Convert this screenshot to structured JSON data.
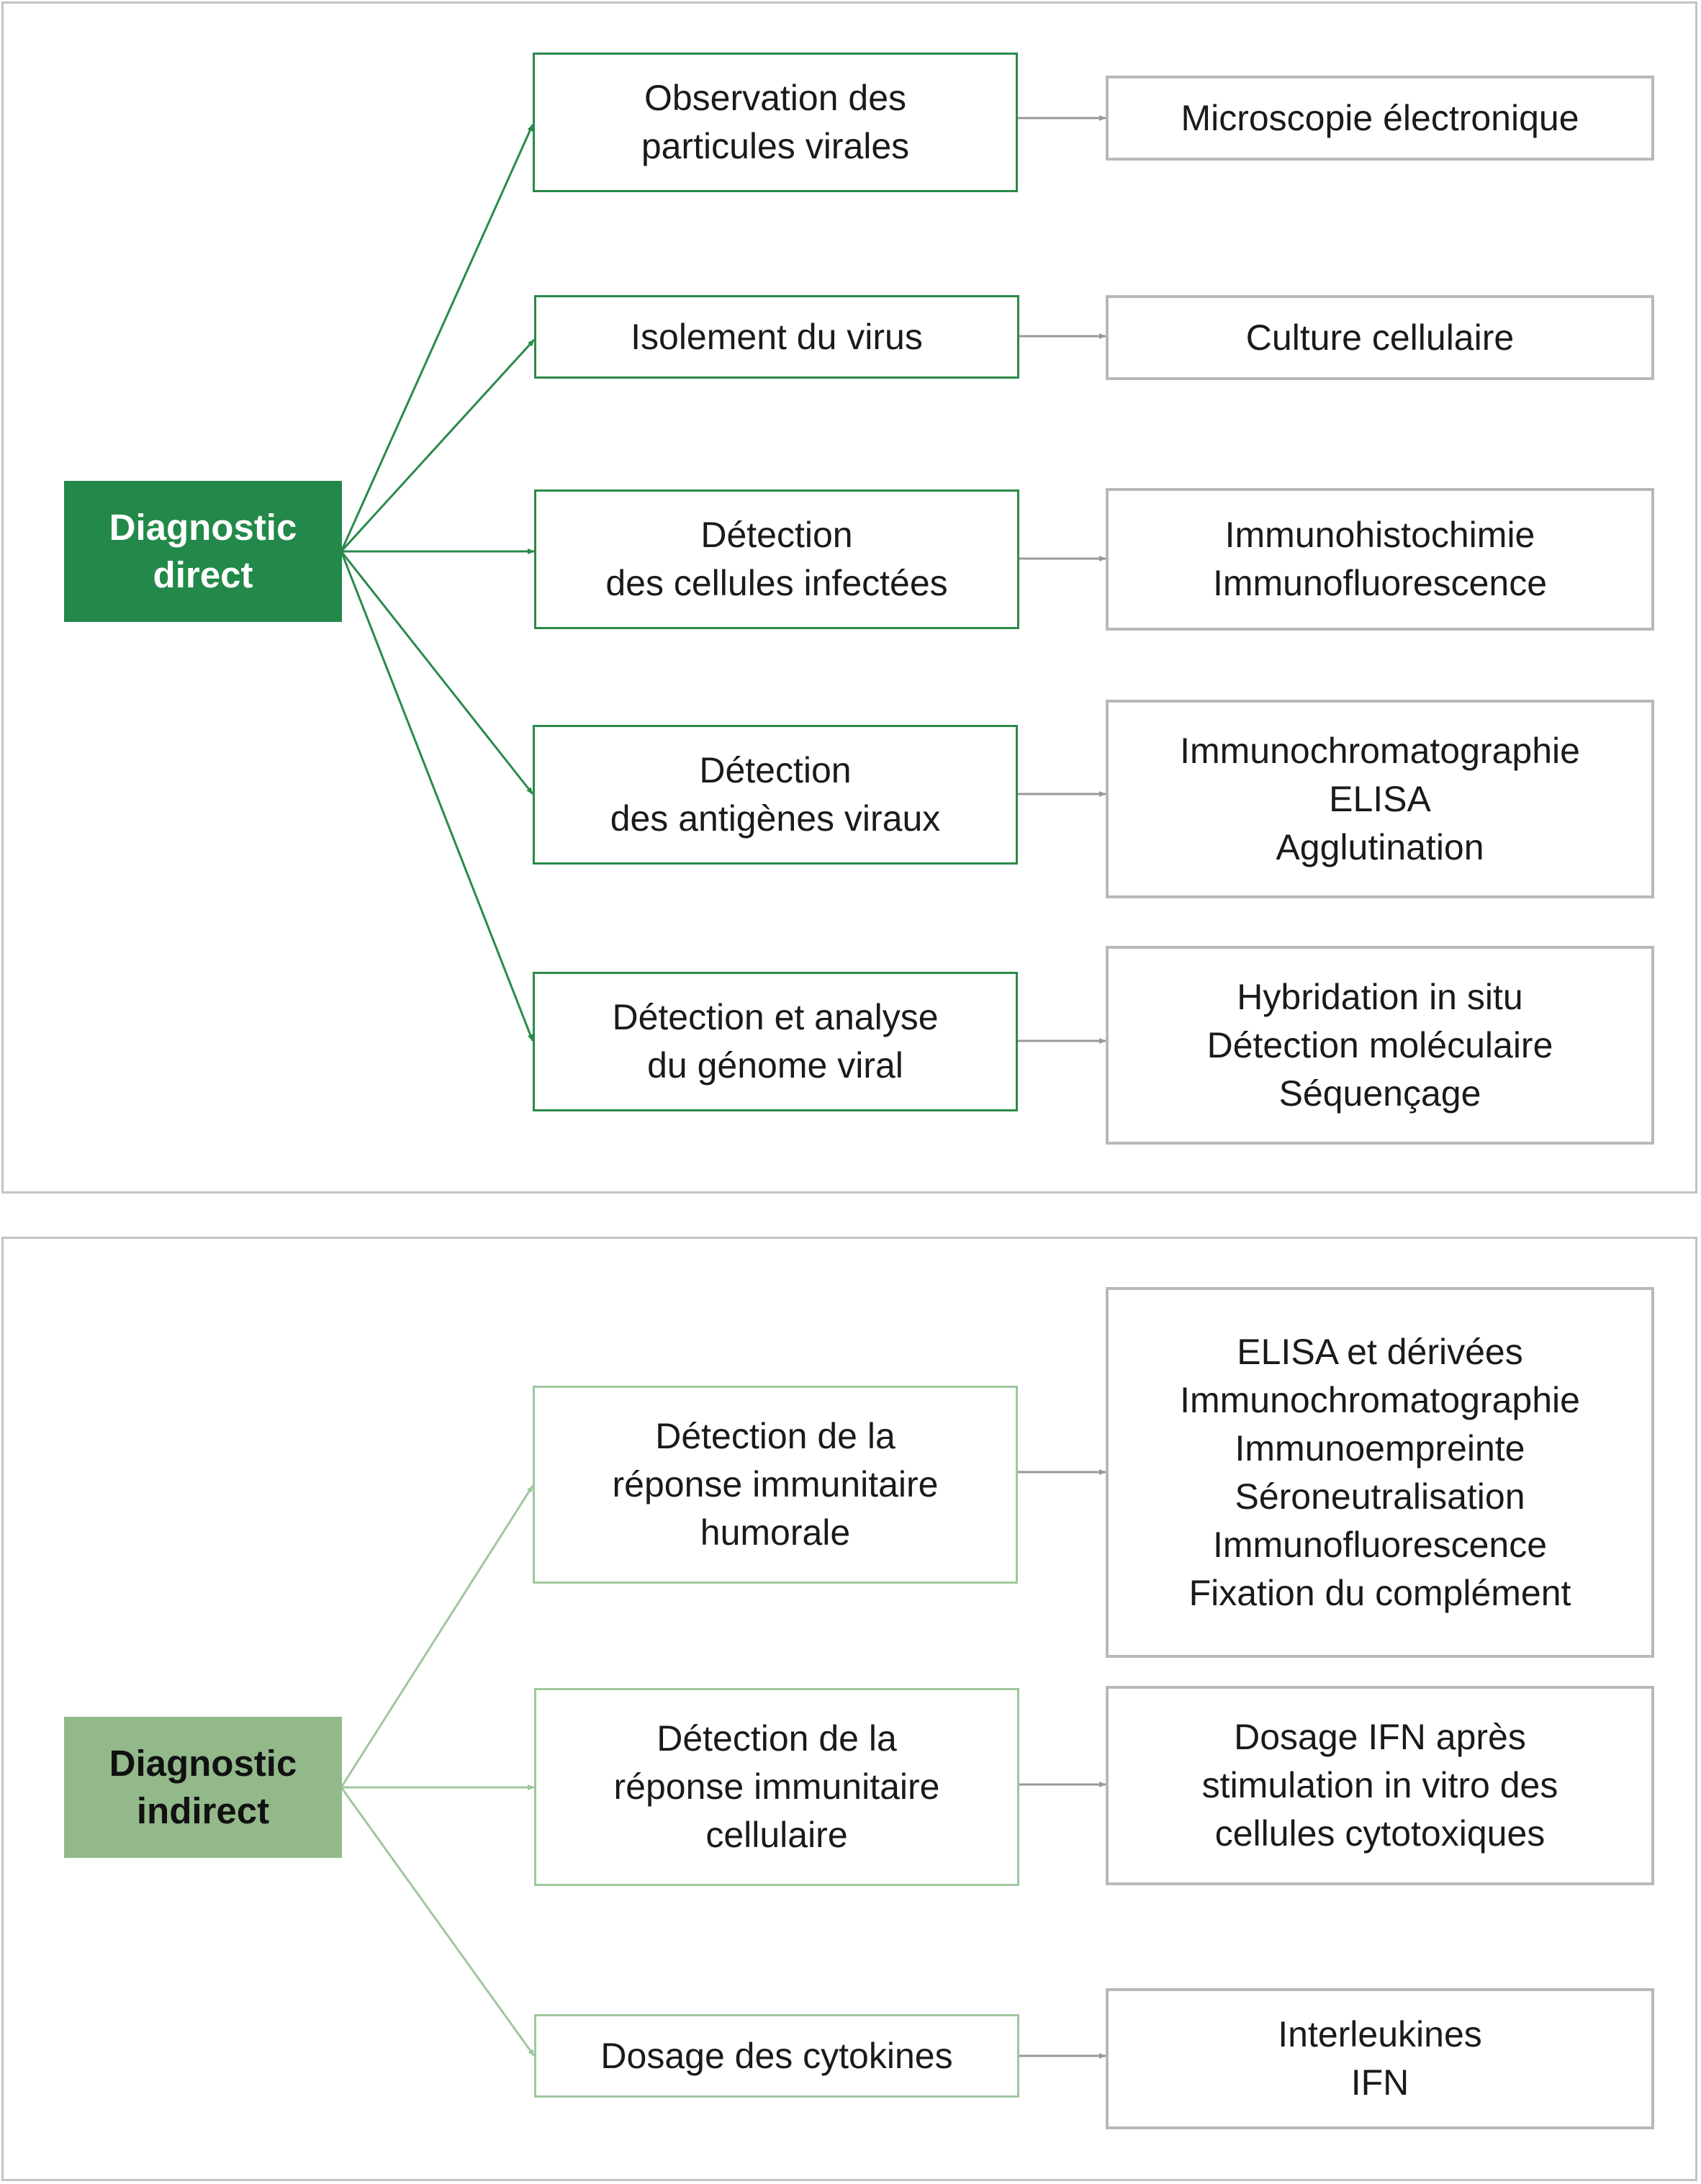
{
  "direct": {
    "root": "Diagnostic\ndirect",
    "methods": [
      {
        "label": "Observation des\nparticules virales",
        "techniques": "Microscopie électronique"
      },
      {
        "label": "Isolement du virus",
        "techniques": "Culture cellulaire"
      },
      {
        "label": "Détection\ndes cellules infectées",
        "techniques": "Immunohistochimie\nImmunofluorescence"
      },
      {
        "label": "Détection\ndes antigènes viraux",
        "techniques": "Immunochromatographie\nELISA\nAgglutination"
      },
      {
        "label": "Détection et analyse\ndu génome viral",
        "techniques": "Hybridation in situ\nDétection moléculaire\nSéquençage"
      }
    ]
  },
  "indirect": {
    "root": "Diagnostic\nindirect",
    "methods": [
      {
        "label": "Détection de la\nréponse immunitaire\nhumorale",
        "techniques": "ELISA et dérivées\nImmunochromatographie\nImmunoempreinte\nSéroneutralisation\nImmunofluorescence\nFixation du complément"
      },
      {
        "label": "Détection de la\nréponse immunitaire\ncellulaire",
        "techniques": "Dosage IFN après\nstimulation in vitro des\ncellules cytotoxiques"
      },
      {
        "label": "Dosage des cytokines",
        "techniques": "Interleukines\nIFN"
      }
    ]
  },
  "colors": {
    "direct_root_fill": "#23894a",
    "direct_arrow": "#2a8a4a",
    "indirect_root_fill": "#93b98b",
    "indirect_arrow": "#9fc79f",
    "secondary_arrow": "#999999",
    "box_border": "#b8b8b8",
    "panel_border": "#c4c4c4"
  }
}
